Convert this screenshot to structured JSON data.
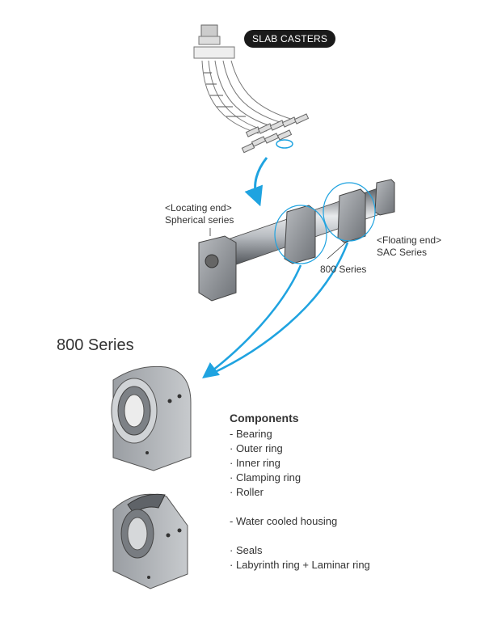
{
  "badge": "SLAB CASTERS",
  "labels": {
    "locating_end": "<Locating end>",
    "spherical_series": "Spherical series",
    "floating_end": "<Floating end>",
    "sac_series": "SAC Series",
    "series_800": "800 Series"
  },
  "section_title": "800 Series",
  "components": {
    "title": "Components",
    "group1": [
      "- Bearing",
      "· Outer ring",
      "· Inner ring",
      "· Clamping ring",
      "· Roller"
    ],
    "group2": [
      "- Water cooled housing"
    ],
    "group3": [
      "· Seals",
      "· Labyrinth ring + Laminar ring"
    ]
  },
  "colors": {
    "arrow": "#1fa3e0",
    "metal": "#8a8d91",
    "badge_bg": "#1a1a1a"
  }
}
